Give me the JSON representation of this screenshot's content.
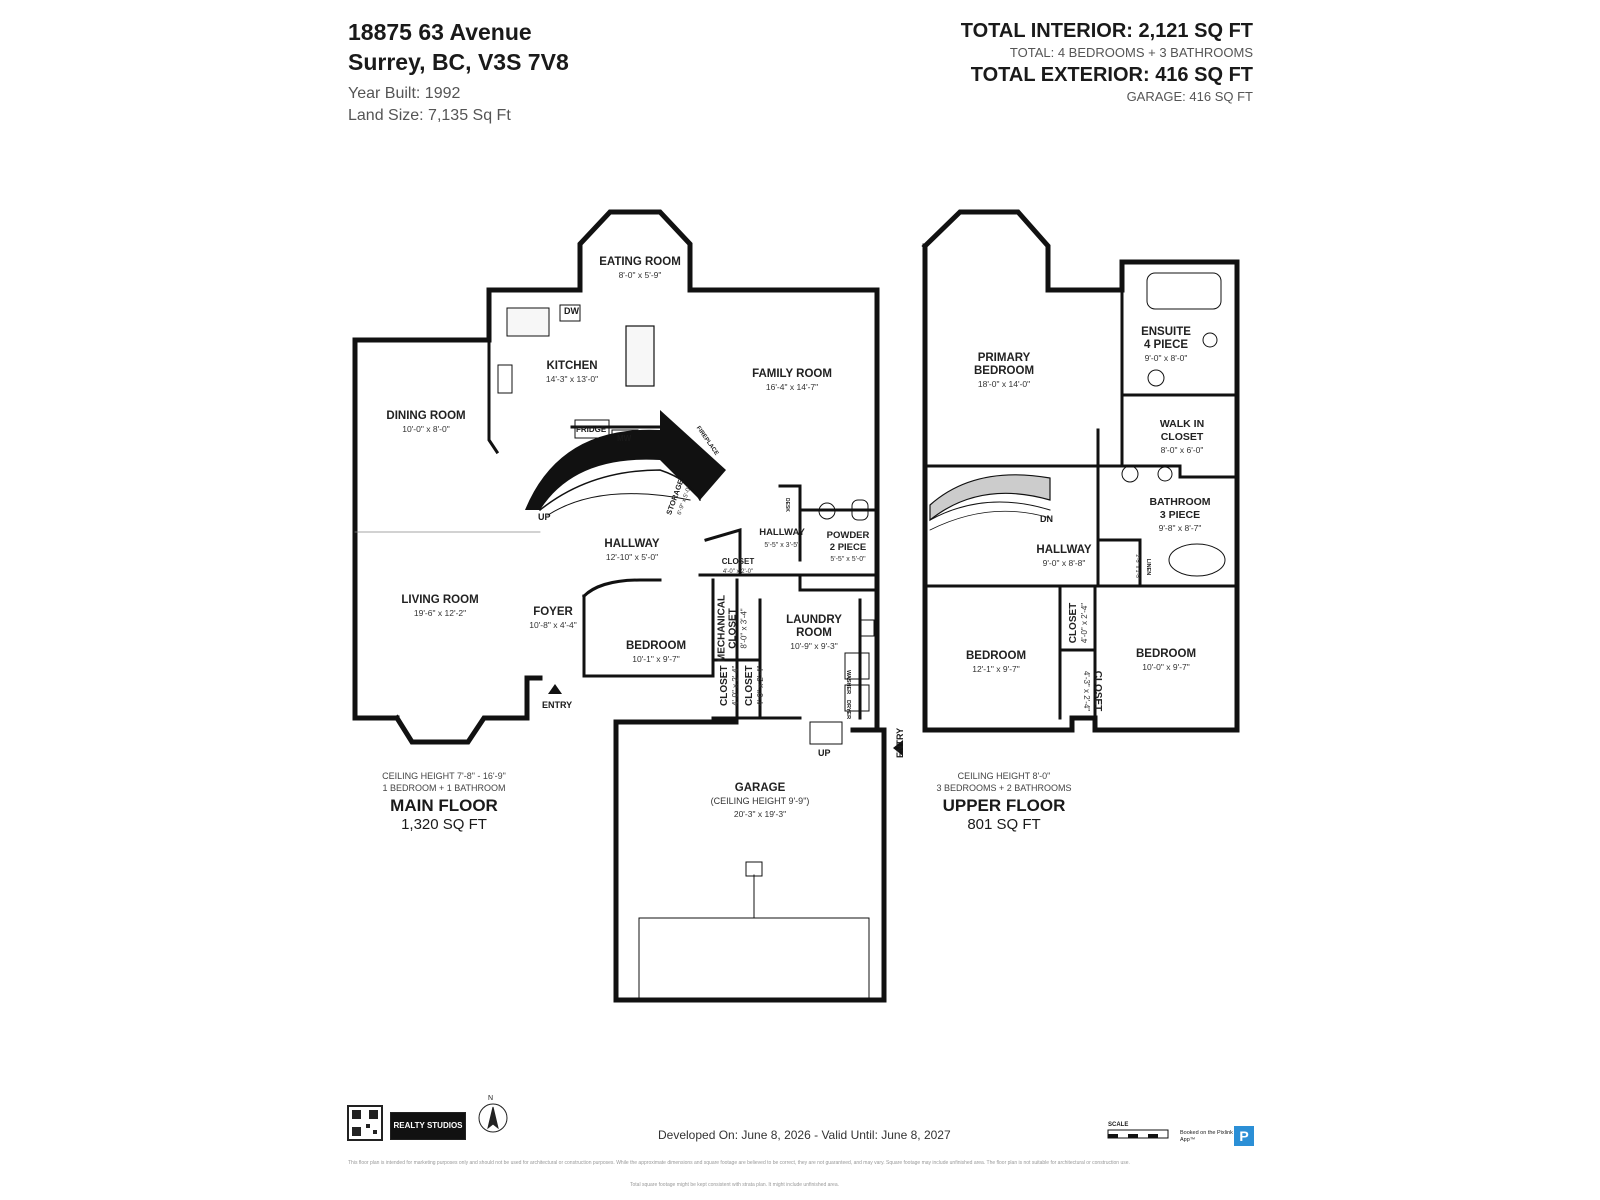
{
  "header": {
    "address_line1": "18875 63 Avenue",
    "address_line2": "Surrey, BC, V3S 7V8",
    "year_built": "Year Built: 1992",
    "land_size": "Land Size: 7,135 Sq Ft",
    "total_interior": "TOTAL INTERIOR: 2,121 SQ FT",
    "total_rooms": "TOTAL: 4 BEDROOMS + 3 BATHROOMS",
    "total_exterior": "TOTAL EXTERIOR: 416 SQ FT",
    "garage_total": "GARAGE: 416 SQ FT"
  },
  "main_floor": {
    "ceiling": "CEILING HEIGHT 7'-8\" - 16'-9\"",
    "rooms_summary": "1 BEDROOM + 1 BATHROOM",
    "title": "MAIN FLOOR",
    "area": "1,320 SQ FT",
    "rooms": {
      "eating": {
        "name": "EATING ROOM",
        "dims": "8'-0\" x 5'-9\""
      },
      "kitchen": {
        "name": "KITCHEN",
        "dims": "14'-3\" x 13'-0\""
      },
      "family": {
        "name": "FAMILY ROOM",
        "dims": "16'-4\" x 14'-7\""
      },
      "dining": {
        "name": "DINING ROOM",
        "dims": "10'-0\" x 8'-0\""
      },
      "living": {
        "name": "LIVING ROOM",
        "dims": "19'-6\" x 12'-2\""
      },
      "foyer": {
        "name": "FOYER",
        "dims": "10'-8\" x 4'-4\""
      },
      "hallway1": {
        "name": "HALLWAY",
        "dims": "12'-10\" x 5'-0\""
      },
      "hallway2": {
        "name": "HALLWAY",
        "dims": "5'-5\" x 3'-5\""
      },
      "powder": {
        "name": "POWDER",
        "name2": "2 PIECE",
        "dims": "5'-5\" x 5'-0\""
      },
      "closet1": {
        "name": "CLOSET",
        "dims": "4'-0\" x 2'-0\""
      },
      "bedroom": {
        "name": "BEDROOM",
        "dims": "10'-1\" x 9'-7\""
      },
      "mechanical": {
        "name": "MECHANICAL",
        "name2": "CLOSET",
        "dims": "8'-0\" x 3'-4\""
      },
      "laundry": {
        "name": "LAUNDRY",
        "name2": "ROOM",
        "dims": "10'-9\" x 9'-3\""
      },
      "closet2": {
        "name": "CLOSET",
        "dims": "4'-0\" x 2'-4\""
      },
      "closet3": {
        "name": "CLOSET",
        "dims": "4'-0\" x 2'-4\""
      },
      "storage": {
        "name": "STORAGE",
        "dims": "6'-9\" x 5'-0\""
      },
      "garage": {
        "name": "GARAGE",
        "name2": "(CEILING HEIGHT 9'-9\")",
        "dims": "20'-3\" x 19'-3\""
      }
    },
    "labels": {
      "dw": "DW",
      "fridge": "FRIDGE",
      "mw": "MW",
      "fireplace": "FIREPLACE",
      "up1": "UP",
      "up2": "UP",
      "entry1": "ENTRY",
      "entry2": "ENTRY",
      "washer": "WASHER",
      "dryer": "DRYER",
      "desk": "DESK"
    }
  },
  "upper_floor": {
    "ceiling": "CEILING HEIGHT 8'-0\"",
    "rooms_summary": "3 BEDROOMS + 2 BATHROOMS",
    "title": "UPPER FLOOR",
    "area": "801 SQ FT",
    "rooms": {
      "primary": {
        "name": "PRIMARY",
        "name2": "BEDROOM",
        "dims": "18'-0\" x 14'-0\""
      },
      "ensuite": {
        "name": "ENSUITE",
        "name2": "4 PIECE",
        "dims": "9'-0\" x 8'-0\""
      },
      "walkin": {
        "name": "WALK IN",
        "name2": "CLOSET",
        "dims": "8'-0\" x 6'-0\""
      },
      "bath3": {
        "name": "BATHROOM",
        "name2": "3 PIECE",
        "dims": "9'-8\" x 8'-7\""
      },
      "hallway": {
        "name": "HALLWAY",
        "dims": "9'-0\" x 8'-8\""
      },
      "bed1": {
        "name": "BEDROOM",
        "dims": "12'-1\" x 9'-7\""
      },
      "bed2": {
        "name": "BEDROOM",
        "dims": "10'-0\" x 9'-7\""
      },
      "closet1": {
        "name": "CLOSET",
        "dims": "4'-0\" x 2'-4\""
      },
      "closet2": {
        "name": "CLOSET",
        "dims": "4'-3\" x 2'-4\""
      },
      "linen": {
        "name": "LINEN",
        "dims": "2'-5\" x 1'-5\""
      }
    },
    "labels": {
      "dn": "DN"
    }
  },
  "footer": {
    "brand": "REALTY STUDIOS",
    "compass_letter": "N",
    "developed": "Developed On: June 8, 2026 - Valid Until: June 8, 2027",
    "scale": "SCALE",
    "booked": "Booked on the Pixlink App™",
    "app_letter": "P",
    "disclaimer": "This floor plan is intended for marketing purposes only and should not be used for architectural or construction purposes. While the approximate dimensions and square footage are believed to be correct, they are not guaranteed, and may vary. Square footage may include unfinished area. The floor plan is not suitable for architectural or construction use.",
    "disclaimer2": "Total square footage might be kept consistent with strata plan. It might include unfinished area."
  }
}
